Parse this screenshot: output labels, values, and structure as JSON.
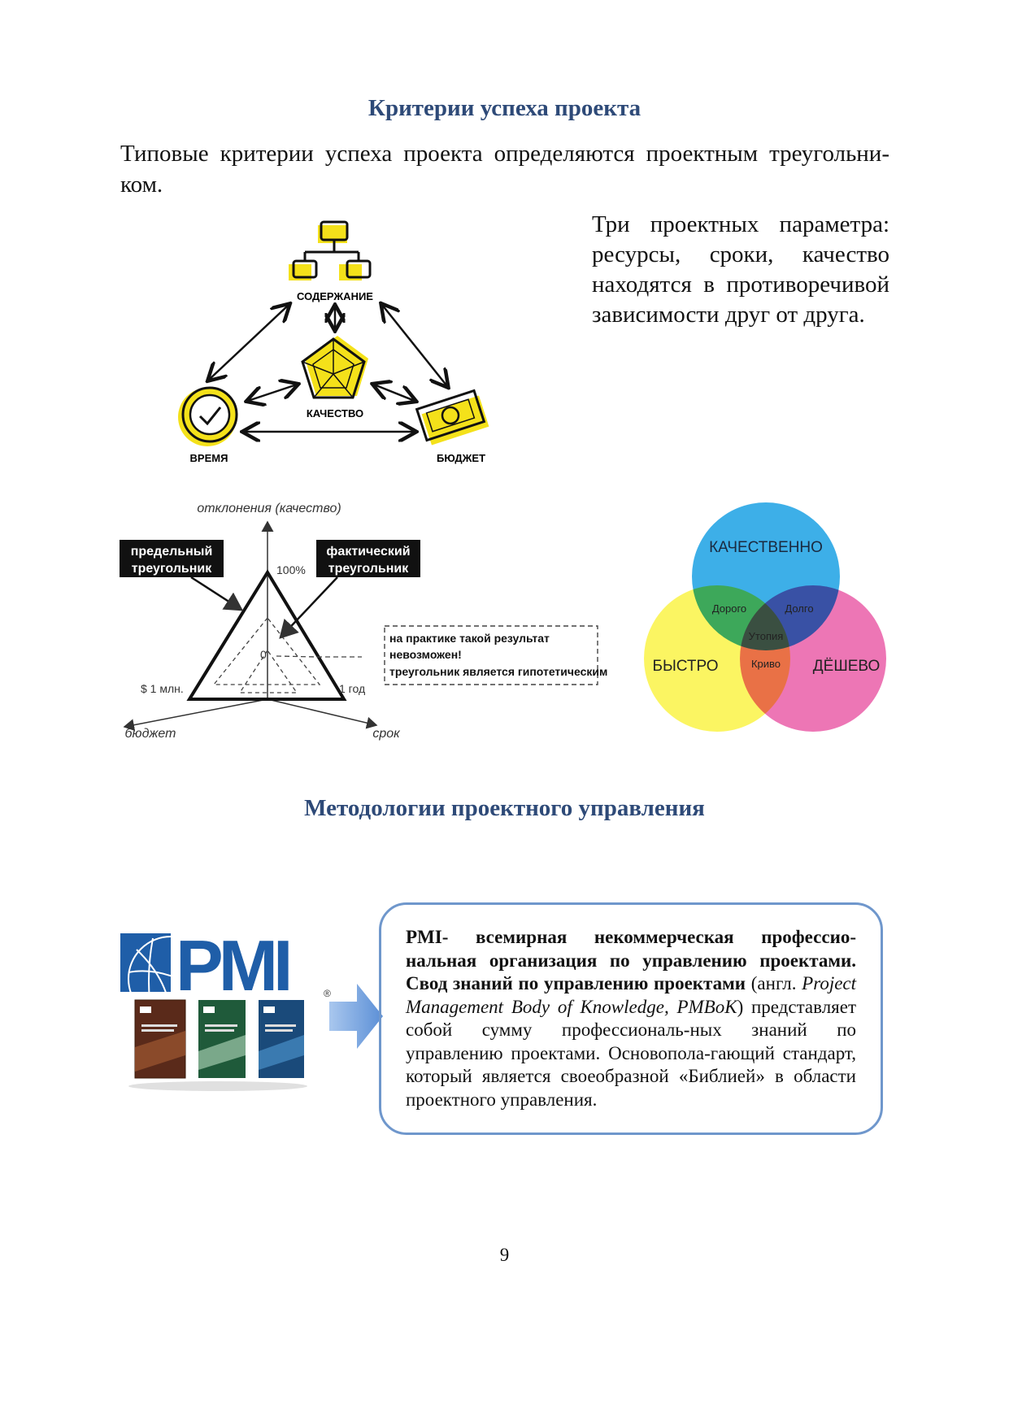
{
  "section1": {
    "title": "Критерии успеха проекта",
    "intro_line1": "Типовые критерии успеха проекта определяются проектным треугольни-",
    "intro_line2": "ком.",
    "side_text": "Три проектных параметра: ресурсы, сроки, качество находятся в противоречивой зависимости друг от друга."
  },
  "triangle_diagram": {
    "top_label": "СОДЕРЖАНИЕ",
    "center_label": "КАЧЕСТВО",
    "left_label": "ВРЕМЯ",
    "right_label": "БЮДЖЕТ",
    "accent_color": "#f4e11a"
  },
  "radar_diagram": {
    "axis_top": "отклонения (качество)",
    "axis_left": "бюджет",
    "axis_right": "срок",
    "tick_top": "100%",
    "tick_left": "$ 1 млн.",
    "tick_right": "1 год",
    "tick_center": "0",
    "label_limit_1": "предельный",
    "label_limit_2": "треугольник",
    "label_actual_1": "фактический",
    "label_actual_2": "треугольник",
    "note_1": "на практике такой результат",
    "note_2": "невозможен!",
    "note_3": "треугольник является гипотетическим"
  },
  "venn": {
    "top": "КАЧЕСТВЕННО",
    "left": "БЫСТРО",
    "right": "ДЁШЕВО",
    "top_left": "Дорого",
    "top_right": "Долго",
    "center": "Утопия",
    "bottom": "Криво",
    "colors": {
      "top": "#2da8e6",
      "left": "#fbf455",
      "right": "#ea5ea8"
    }
  },
  "section2": {
    "title": "Методологии проектного управления"
  },
  "pmi": {
    "logo_text": "PMI",
    "registered": "®",
    "bold_1": "PMI- всемирная некоммерческая профессио-нальная организация по управлению проектами. Свод знаний по управлению проектами",
    "normal_1": " (англ. ",
    "italic_1": "Project Management Body of Knowledge, PMBoK",
    "normal_2": ") представляет собой сумму профессиональ-ных знаний по управлению проектами. Основопола-гающий стандарт, который является своеобразной «Библией» в области проектного управления."
  },
  "page": {
    "number": "9"
  }
}
